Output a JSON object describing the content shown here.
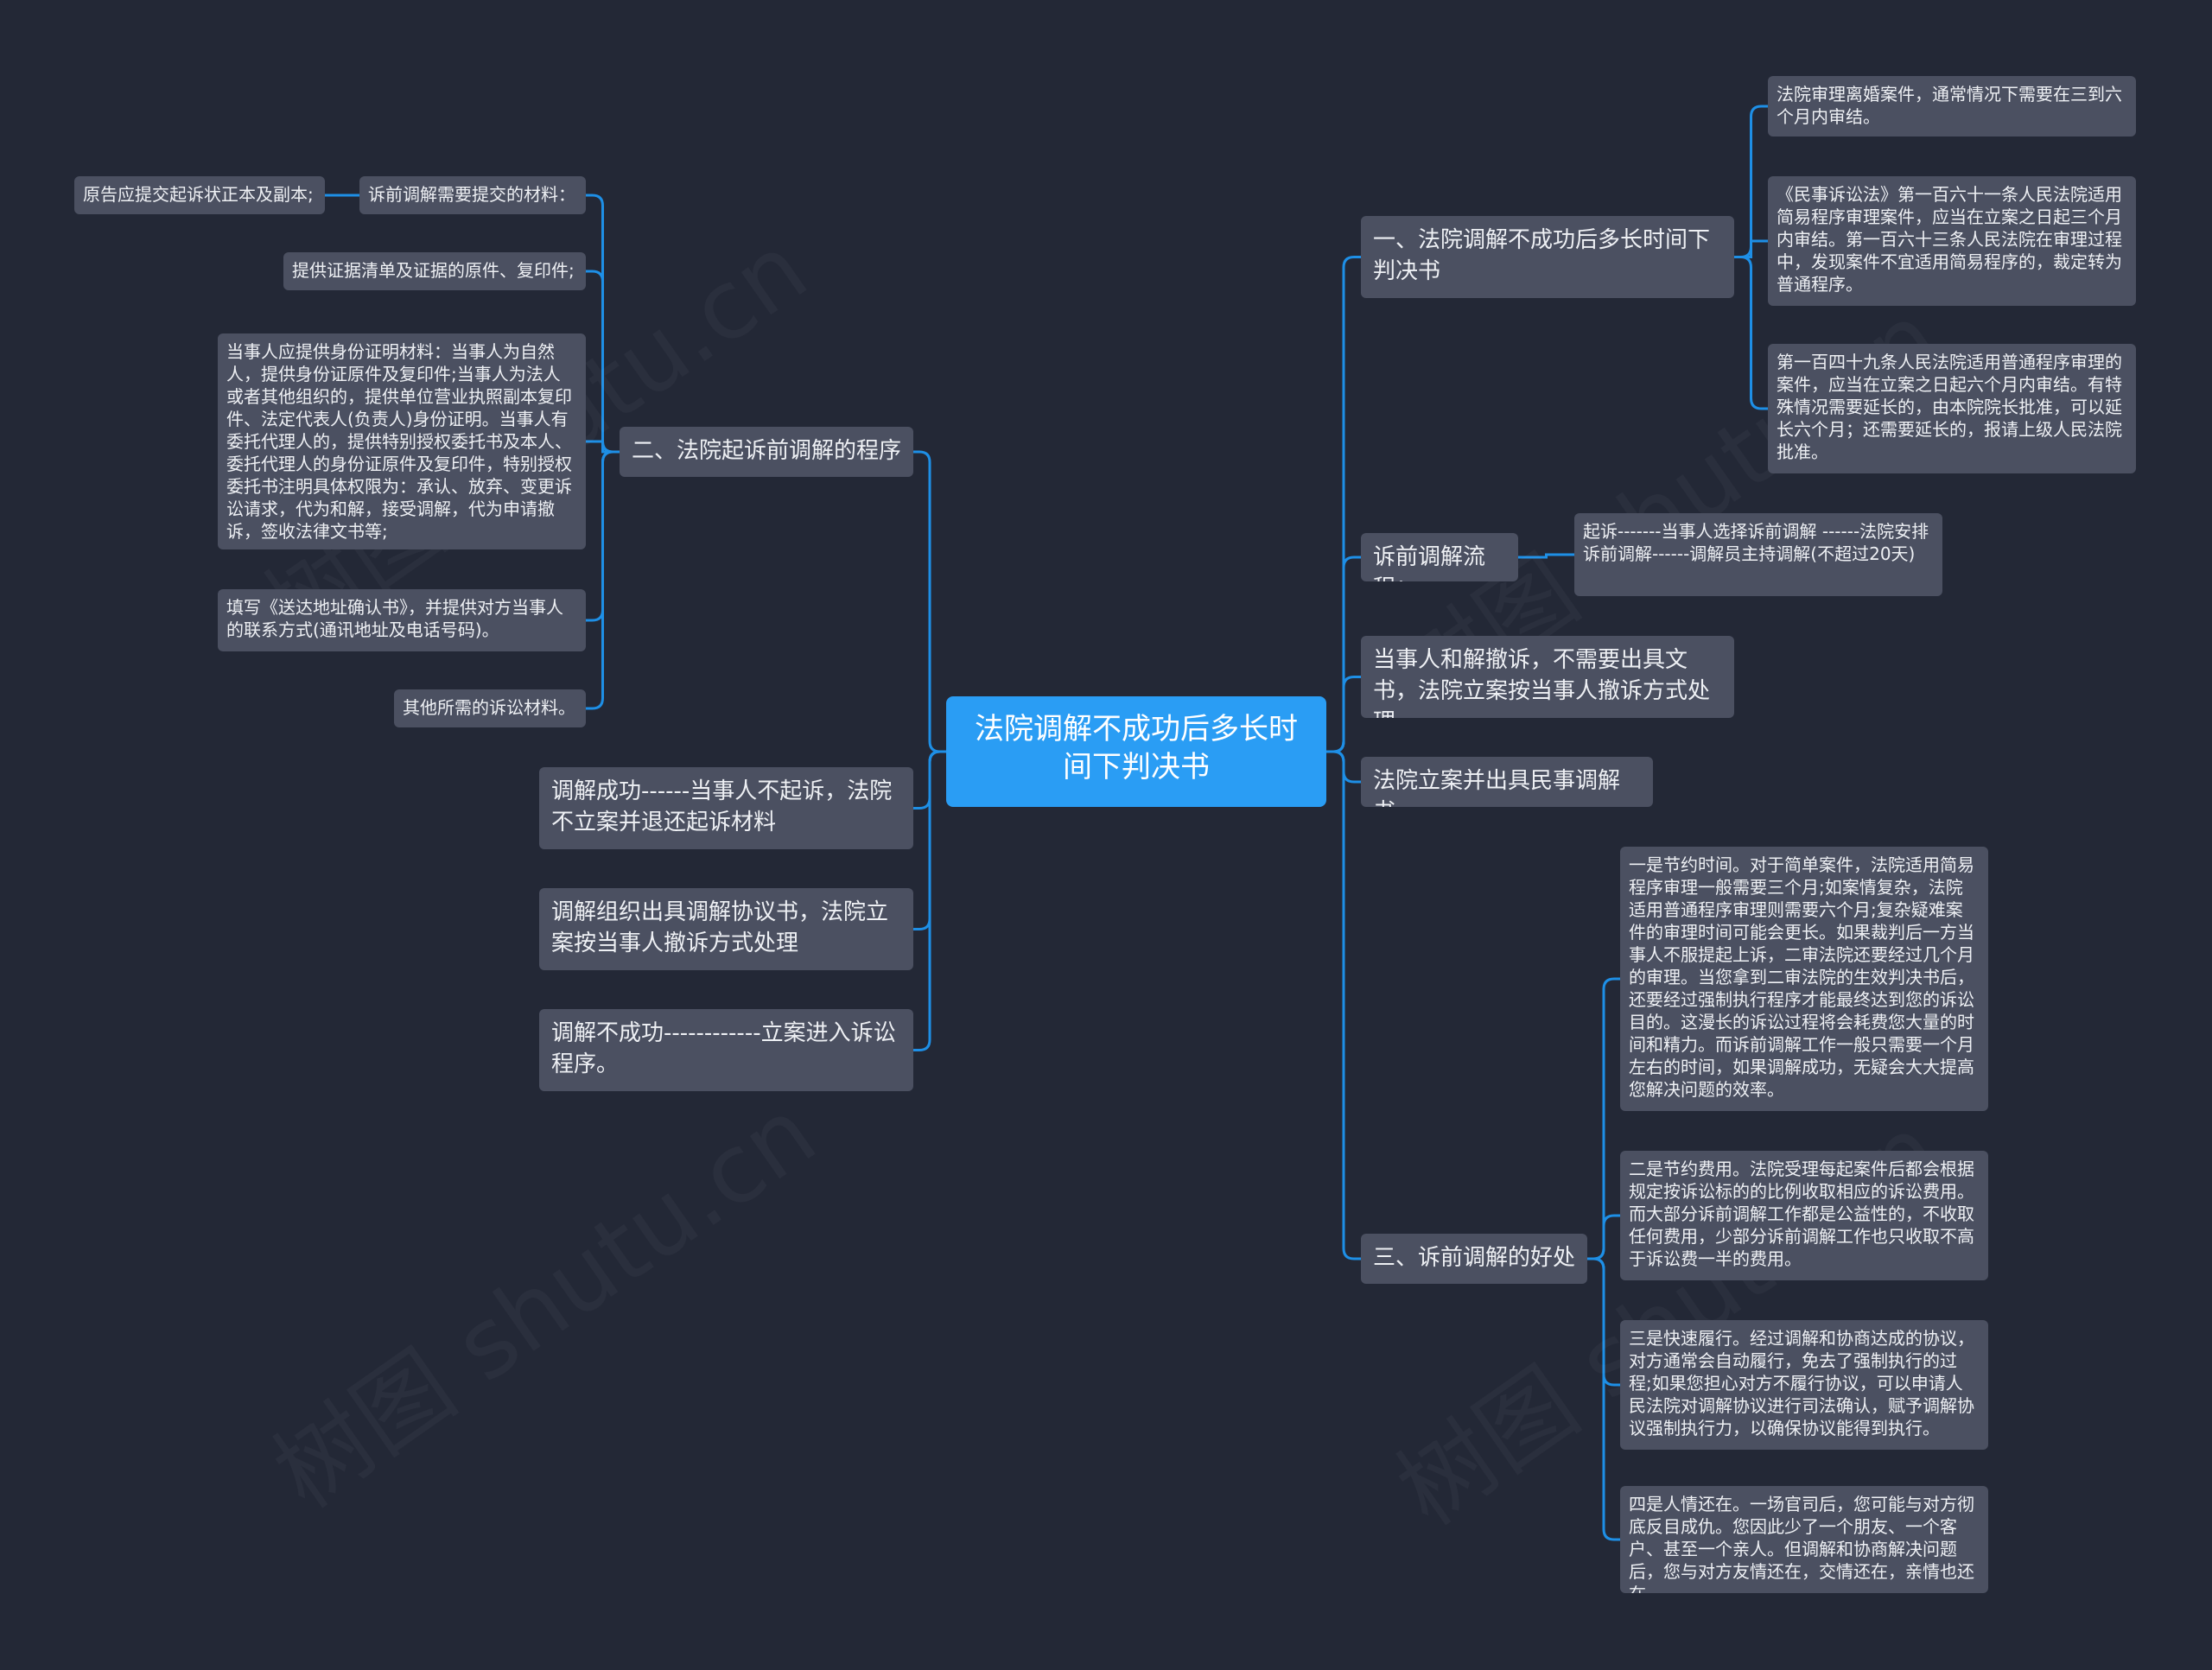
{
  "root": {
    "text": "法院调解不成功后多长时间下判决书"
  },
  "right": [
    {
      "text": "一、法院调解不成功后多长时间下判决书",
      "children": [
        "法院审理离婚案件，通常情况下需要在三到六个月内审结。",
        "《民事诉讼法》第一百六十一条人民法院适用简易程序审理案件，应当在立案之日起三个月内审结。第一百六十三条人民法院在审理过程中，发现案件不宜适用简易程序的，裁定转为普通程序。",
        "第一百四十九条人民法院适用普通程序审理的案件，应当在立案之日起六个月内审结。有特殊情况需要延长的，由本院院长批准，可以延长六个月；还需要延长的，报请上级人民法院批准。"
      ]
    },
    {
      "text": "诉前调解流程：",
      "children": [
        "起诉-------当事人选择诉前调解 ------法院安排诉前调解------调解员主持调解(不超过20天)"
      ]
    },
    {
      "text": "当事人和解撤诉，不需要出具文书，法院立案按当事人撤诉方式处理",
      "children": []
    },
    {
      "text": "法院立案并出具民事调解书",
      "children": []
    },
    {
      "text": "三、诉前调解的好处",
      "children": [
        "一是节约时间。对于简单案件，法院适用简易程序审理一般需要三个月;如案情复杂，法院适用普通程序审理则需要六个月;复杂疑难案件的审理时间可能会更长。如果裁判后一方当事人不服提起上诉，二审法院还要经过几个月的审理。当您拿到二审法院的生效判决书后，还要经过强制执行程序才能最终达到您的诉讼目的。这漫长的诉讼过程将会耗费您大量的时间和精力。而诉前调解工作一般只需要一个月左右的时间，如果调解成功，无疑会大大提高您解决问题的效率。",
        "二是节约费用。法院受理每起案件后都会根据规定按诉讼标的的比例收取相应的诉讼费用。而大部分诉前调解工作都是公益性的，不收取任何费用，少部分诉前调解工作也只收取不高于诉讼费一半的费用。",
        "三是快速履行。经过调解和协商达成的协议，对方通常会自动履行，免去了强制执行的过程;如果您担心对方不履行协议，可以申请人民法院对调解协议进行司法确认，赋予调解协议强制执行力，以确保协议能得到执行。",
        "四是人情还在。一场官司后，您可能与对方彻底反目成仇。您因此少了一个朋友、一个客户、甚至一个亲人。但调解和协商解决问题后，您与对方友情还在，交情还在，亲情也还在。"
      ]
    }
  ],
  "left": [
    {
      "text": "二、法院起诉前调解的程序",
      "children": [
        {
          "text": "诉前调解需要提交的材料：",
          "children": [
            "原告应提交起诉状正本及副本;"
          ]
        },
        {
          "text": "提供证据清单及证据的原件、复印件;",
          "children": []
        },
        {
          "text": "当事人应提供身份证明材料：当事人为自然人，提供身份证原件及复印件;当事人为法人或者其他组织的，提供单位营业执照副本复印件、法定代表人(负责人)身份证明。当事人有委托代理人的，提供特别授权委托书及本人、委托代理人的身份证原件及复印件，特别授权委托书注明具体权限为：承认、放弃、变更诉讼请求，代为和解，接受调解，代为申请撤诉，签收法律文书等;",
          "children": []
        },
        {
          "text": "填写《送达地址确认书》，并提供对方当事人的联系方式(通讯地址及电话号码)。",
          "children": []
        },
        {
          "text": "其他所需的诉讼材料。",
          "children": []
        }
      ]
    },
    {
      "text": "调解成功------当事人不起诉，法院不立案并退还起诉材料",
      "children": []
    },
    {
      "text": "调解组织出具调解协议书，法院立案按当事人撤诉方式处理",
      "children": []
    },
    {
      "text": "调解不成功------------立案进入诉讼程序。",
      "children": []
    }
  ],
  "watermark": "树图 shutu.cn",
  "colors": {
    "background": "#232836",
    "node": "#4b5061",
    "root": "#2a9df4",
    "link": "#1e8fe6",
    "text": "#eef0f4"
  }
}
